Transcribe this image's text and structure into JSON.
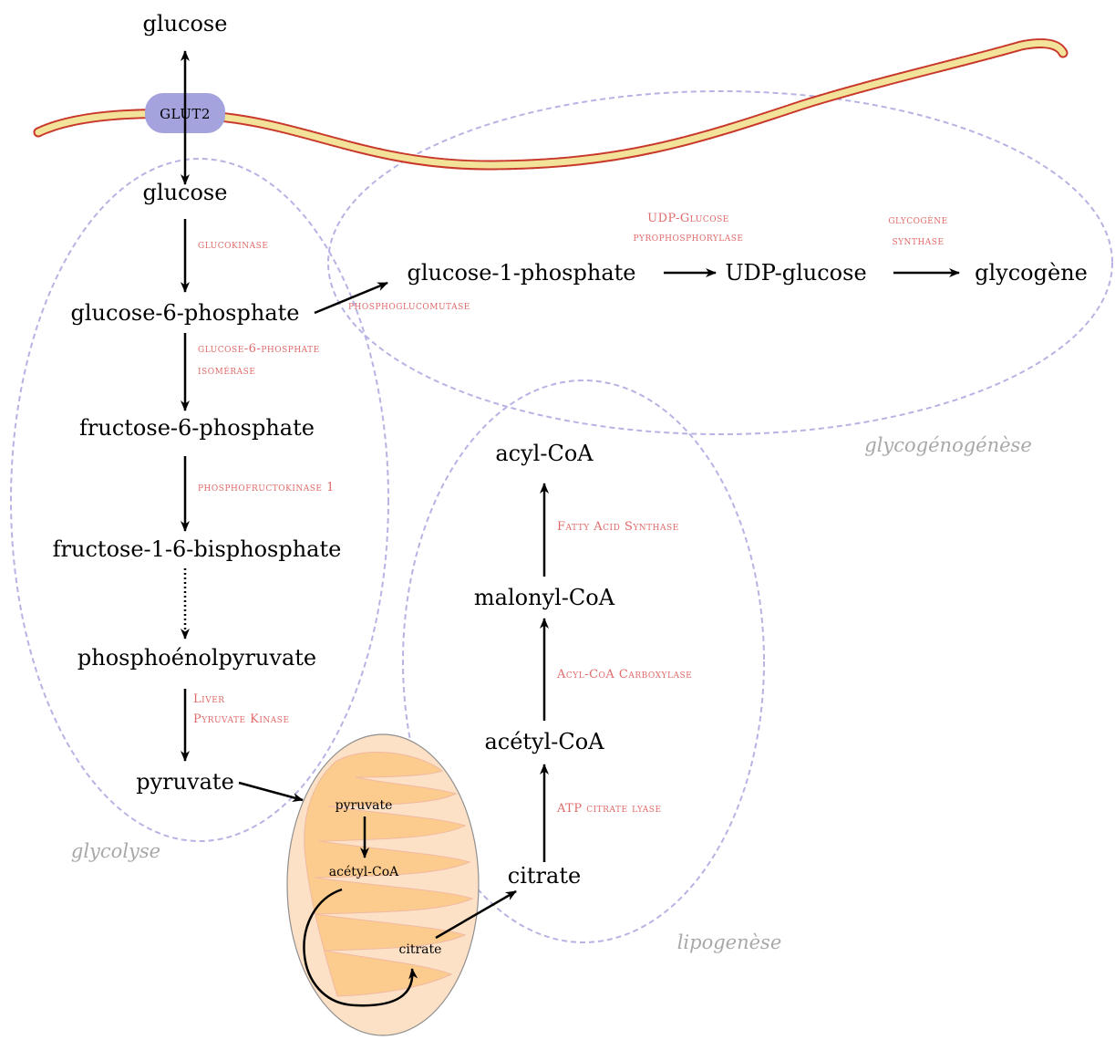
{
  "membrane": {
    "channel": "GLUT2"
  },
  "regions": {
    "glycolyse": "glycolyse",
    "glycogenogenese": "glycogénogénèse",
    "lipogenese": "lipogenèse"
  },
  "metabolites": {
    "glucose_out": "glucose",
    "glucose_in": "glucose",
    "g6p": "glucose-6-phosphate",
    "f6p": "fructose-6-phosphate",
    "f16bp": "fructose-1-6-bisphosphate",
    "pep": "phosphoénolpyruvate",
    "pyruvate": "pyruvate",
    "g1p": "glucose-1-phosphate",
    "udpg": "UDP-glucose",
    "glycogene": "glycogène",
    "acylcoa": "acyl-CoA",
    "malonylcoa": "malonyl-CoA",
    "acetylcoa": "acétyl-CoA",
    "citrate": "citrate",
    "mito_pyruvate": "pyruvate",
    "mito_acetylcoa": "acétyl-CoA",
    "mito_citrate": "citrate"
  },
  "enzymes": {
    "glucokinase": "glucokinase",
    "g6p_isomerase_1": "glucose-6-phosphate",
    "g6p_isomerase_2": "isomérase",
    "pfk1": "phosphofructokinase 1",
    "lpk_1": "Liver",
    "lpk_2": "Pyruvate Kinase",
    "pgm": "phosphoglucomutase",
    "udpg_ppase_1": "UDP-Glucose",
    "udpg_ppase_2": "pyrophosphorylase",
    "gs_1": "glycogène",
    "gs_2": "synthase",
    "fas": "Fatty Acid Synthase",
    "acc": "Acyl-CoA Carboxylase",
    "acl": "ATP citrate lyase"
  },
  "colors": {
    "region_outline": "#b7b3e3",
    "membrane_fill": "#f3e39a",
    "membrane_outline": "#c8392b",
    "channel": "#a5a3de",
    "enzyme_text": "#e06a6a",
    "mito_outer": "#fde1c6",
    "mito_inner": "#fccc8f",
    "region_label": "#a8a8a8"
  }
}
